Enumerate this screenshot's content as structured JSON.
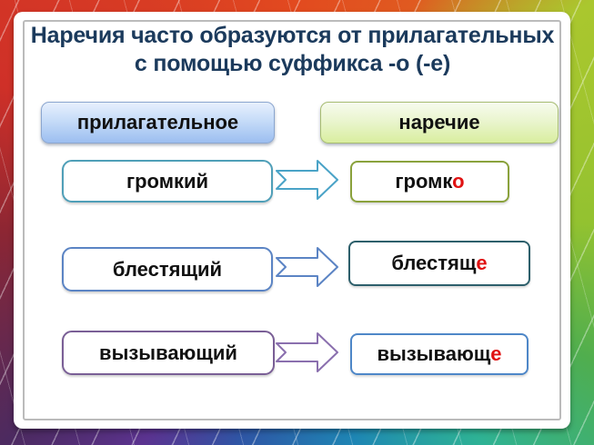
{
  "title": "Наречия часто образуются от прилагательных с помощью суффикса -о (-е)",
  "headers": {
    "adjective_label": "прилагательное",
    "adverb_label": "наречие"
  },
  "rows": [
    {
      "adjective": "громкий",
      "adverb_stem": "громк",
      "adverb_suffix": "о"
    },
    {
      "adjective": "блестящий",
      "adverb_stem": "блестящ",
      "adverb_suffix": "е"
    },
    {
      "adjective": "вызывающий",
      "adverb_stem": "вызывающ",
      "adverb_suffix": "е"
    }
  ],
  "colors": {
    "title_text": "#1b3a5c",
    "suffix_highlight": "#e01212",
    "adjective_header_fill": "#9cbef0",
    "adverb_header_fill": "#d9ee9f",
    "row_accents": [
      "#4aa3c7",
      "#5b84c4",
      "#8a6fae"
    ],
    "adjective_box_borders": [
      "#4f9fb8",
      "#5b84c4",
      "#7a5f96"
    ],
    "adverb_box_borders": [
      "#8aa23c",
      "#2d5f6b",
      "#4e87c8"
    ],
    "frame_colors": [
      "#e24a1f",
      "#aac72e",
      "#4cae50",
      "#2eb295",
      "#1e86b4",
      "#5b3390",
      "#8c2633"
    ]
  }
}
